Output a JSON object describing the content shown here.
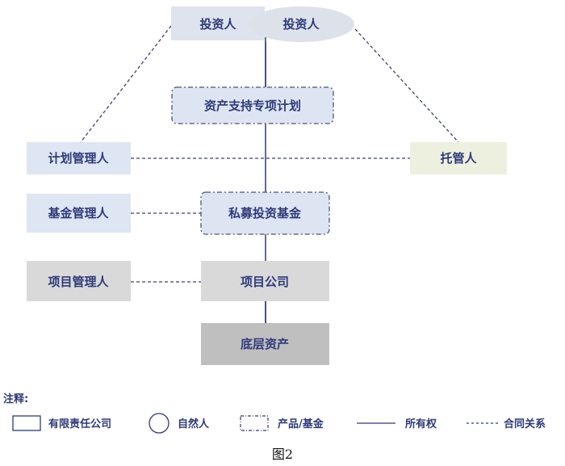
{
  "nodes": {
    "investor_company": "投资人",
    "investor_person": "投资人",
    "abs_plan": "资产支持专项计划",
    "plan_manager": "计划管理人",
    "custodian": "托管人",
    "fund_manager": "基金管理人",
    "private_fund": "私募投资基金",
    "project_manager": "项目管理人",
    "project_company": "项目公司",
    "underlying_assets": "底层资产"
  },
  "legend": {
    "title": "注释:",
    "company": "有限责任公司",
    "person": "自然人",
    "product": "产品/基金",
    "ownership": "所有权",
    "contract": "合同关系"
  },
  "caption": "图2",
  "colors": {
    "text": "#2e3a7a",
    "blue_box": "#dde5f2",
    "gray_box": "#d9d9d9",
    "dark_box": "#bfbfbf",
    "custodian_box": "#eef0df"
  }
}
